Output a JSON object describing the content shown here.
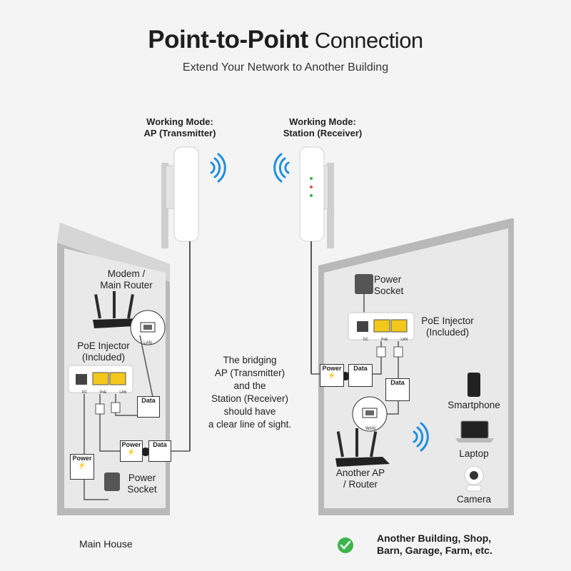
{
  "header": {
    "title_bold": "Point-to-Point",
    "title_regular": "Connection",
    "subtitle": "Extend Your Network to Another Building"
  },
  "transmitter": {
    "mode_label": "Working Mode:",
    "mode_value": "AP (Transmitter)"
  },
  "receiver": {
    "mode_label": "Working Mode:",
    "mode_value": "Station (Receiver)"
  },
  "left_house": {
    "modem_label": [
      "Modem /",
      "Main Router"
    ],
    "lan_port_label": "LAN",
    "poe_label": [
      "PoE Injector",
      "(Included)"
    ],
    "poe_ports": [
      "DC",
      "PoE",
      "LAN"
    ],
    "data_tag": "Data",
    "power_tag": "Power",
    "plus_sign": "+",
    "power_socket_label": [
      "Power",
      "Socket"
    ],
    "name": "Main House"
  },
  "right_house": {
    "power_socket_label": [
      "Power",
      "Socket"
    ],
    "poe_label": [
      "PoE Injector",
      "(Included)"
    ],
    "poe_ports": [
      "DC",
      "PoE",
      "LAN"
    ],
    "power_tag": "Power",
    "data_tag": "Data",
    "plus_sign": "+",
    "wan_port_label": "WAN",
    "router_label": [
      "Another AP",
      "/ Router"
    ],
    "devices": [
      "Smartphone",
      "Laptop",
      "Camera"
    ],
    "name": [
      "Another Building, Shop,",
      "Barn, Garage, Farm, etc."
    ]
  },
  "note": [
    "The bridging",
    "AP (Transmitter)",
    "and the",
    "Station (Receiver)",
    "should have",
    "a clear line of sight."
  ],
  "colors": {
    "wifi_blue": "#1f8fe0",
    "check_green": "#3bb54a",
    "poe_yellow": "#f3c71b"
  },
  "icons": [
    "wifi-signal-icon",
    "lightning-icon",
    "check-icon",
    "router-icon",
    "smartphone-icon",
    "laptop-icon",
    "camera-icon",
    "power-adapter-icon"
  ]
}
